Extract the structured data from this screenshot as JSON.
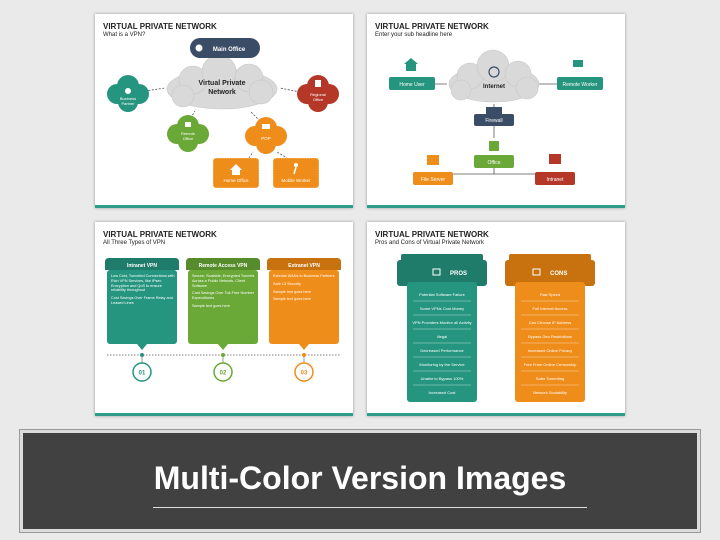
{
  "slide1": {
    "title": "VIRTUAL PRIVATE NETWORK",
    "subtitle": "What is a VPN?",
    "cloud_label_1": "Virtual Private",
    "cloud_label_2": "Network",
    "main_office": "Main Office",
    "business_partner_1": "Business",
    "business_partner_2": "Partner",
    "regional_office_1": "Regional",
    "regional_office_2": "Office",
    "remote_office_1": "Remote",
    "remote_office_2": "Office",
    "pop": "POP",
    "home_office": "Home Office",
    "mobile_worker": "Mobile Worker"
  },
  "slide2": {
    "title": "VIRTUAL PRIVATE NETWORK",
    "subtitle": "Enter your sub headline here",
    "internet": "Internet",
    "home_user": "Home User",
    "remote_worker": "Remote Worker",
    "firewall": "Firewall",
    "office": "Office",
    "file_server": "File Server",
    "intranet": "Intranet"
  },
  "slide3": {
    "title": "VIRTUAL PRIVATE NETWORK",
    "subtitle": "All Three Types of VPN",
    "cards": [
      {
        "header": "Intranet VPN",
        "bullets": [
          "Low Cost, Tunneled Connections with Rich VPN Services, like IPsec Encryption and QoS to ensure reliability throughout",
          "Cost Savings Over Frame Relay and Leased Lines"
        ],
        "number": "01"
      },
      {
        "header": "Remote Access VPN",
        "bullets": [
          "Secure, Scalable, Encrypted Tunnels Across a Public Network, Client Software",
          "Cost Savings Over Toll-Free Number Expenditures",
          "Sample text goes here"
        ],
        "number": "02"
      },
      {
        "header": "Extranet VPN",
        "bullets": [
          "Extends WANs to Business Partners",
          "Safe L3 Security",
          "Sample text goes here",
          "Sample text goes here"
        ],
        "number": "03"
      }
    ]
  },
  "slide4": {
    "title": "VIRTUAL PRIVATE NETWORK",
    "subtitle": "Pros and Cons of Virtual Private Network",
    "pros_label": "PROS",
    "cons_label": "CONS",
    "pros": [
      "Potential Software Failure",
      "Some VPNs Cost Money",
      "VPN Providers Monitor all Activity",
      "Illegal",
      "Decreased Performance",
      "Monitoring by the Service",
      "Unable to Bypass 100%",
      "Increased Cost"
    ],
    "cons": [
      "Fast Speed",
      "Full Internet Access",
      "Can Choose IP Address",
      "Bypass Geo Restrictions",
      "Increased Online Privacy",
      "Free From Online Censorship",
      "Safer Torrenting",
      "Network Scalability"
    ]
  },
  "banner": {
    "text": "Multi-Color Version Images"
  },
  "colors": {
    "teal": "#26957f",
    "green": "#6aa837",
    "orange": "#ef8d1b",
    "red": "#b53728",
    "navy": "#3b4d66",
    "banner_bg": "#414141"
  }
}
